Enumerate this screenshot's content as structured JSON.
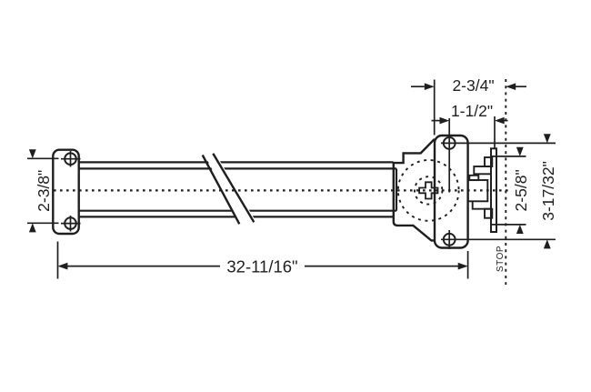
{
  "drawing": {
    "type": "technical-dimension-drawing",
    "background": "#ffffff",
    "line_color": "#1f1f1f",
    "text_color": "#1f1f1f",
    "dimensions": {
      "top_outer": "2-3/4\"",
      "top_inner": "1-1/2\"",
      "left_hole_spacing": "2-3/8\"",
      "right_inner": "2-5/8\"",
      "right_outer": "3-17/32\"",
      "overall_length": "32-11/16\""
    },
    "labels": {
      "stop": "STOP"
    }
  }
}
